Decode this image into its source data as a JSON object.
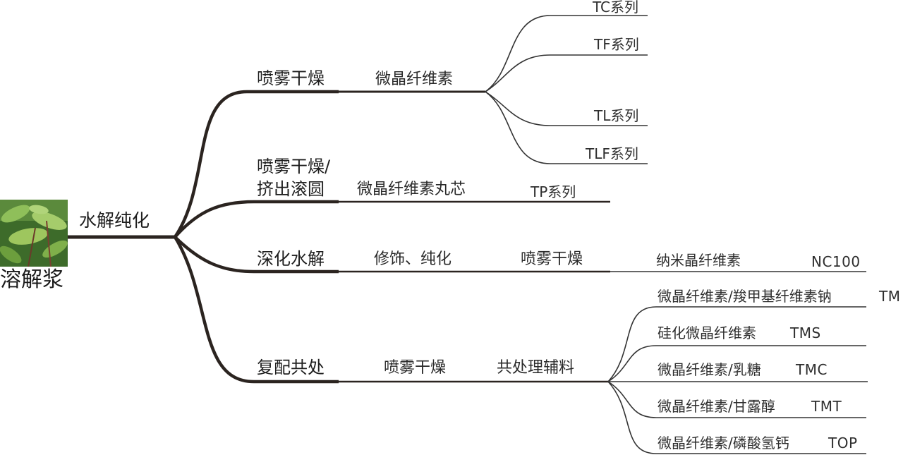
{
  "root": {
    "label": "溶解浆",
    "image_icon": "plant-leaves-photo"
  },
  "stage1": {
    "label": "水解纯化"
  },
  "branches": {
    "b1": {
      "label": "喷雾干燥",
      "product": "微晶纤维素",
      "series": [
        "TC系列",
        "TF系列",
        "TL系列",
        "TLF系列"
      ]
    },
    "b2": {
      "label_line1": "喷雾干燥/",
      "label_line2": "挤出滚圆",
      "product": "微晶纤维素丸芯",
      "series": "TP系列"
    },
    "b3": {
      "label": "深化水解",
      "step": "修饰、纯化",
      "step2": "喷雾干燥",
      "product": "纳米晶纤维素",
      "code": "NC100"
    },
    "b4": {
      "label": "复配共处",
      "step": "喷雾干燥",
      "product": "共处理辅料",
      "items": [
        {
          "name": "微晶纤维素/羧甲基纤维素钠",
          "code": "TM"
        },
        {
          "name": "硅化微晶纤维素",
          "code": "TMS"
        },
        {
          "name": "微晶纤维素/乳糖",
          "code": "TMC"
        },
        {
          "name": "微晶纤维素/甘露醇",
          "code": "TMT"
        },
        {
          "name": "微晶纤维素/磷酸氢钙",
          "code": "TOP"
        }
      ]
    }
  },
  "colors": {
    "thick_line": "#2b2420",
    "thin_line": "#333333"
  }
}
